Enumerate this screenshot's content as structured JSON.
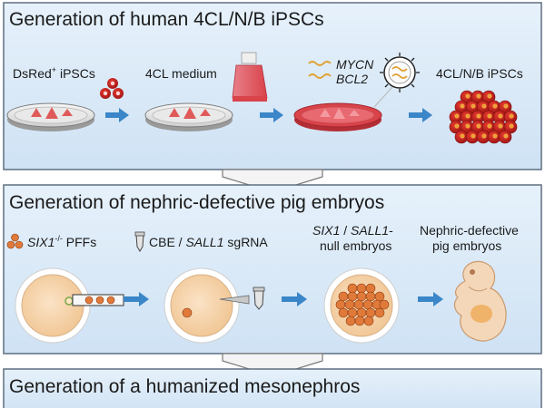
{
  "panel1": {
    "title": "Generation of human 4CL/N/B iPSCs",
    "step1": {
      "label_main": "DsRed",
      "label_sup": "+",
      "label_rest": " iPSCs"
    },
    "step2": {
      "label": "4CL medium"
    },
    "step3": {
      "gene1": "MYCN",
      "gene2": "BCL2"
    },
    "step4": {
      "label": "4CL/N/B iPSCs"
    }
  },
  "panel2": {
    "title": "Generation of nephric-defective pig embryos",
    "step1": {
      "gene": "SIX1",
      "sup": "-/-",
      "rest": " PFFs"
    },
    "step2": {
      "prefix": "CBE / ",
      "gene": "SALL1",
      "rest": " sgRNA"
    },
    "step3": {
      "gene1": "SIX1",
      "sep": " / ",
      "gene2": "SALL1",
      "dash": "-",
      "line2": "null embryos"
    },
    "step4": {
      "line1": "Nephric-defective",
      "line2": "pig embryos"
    }
  },
  "panel3": {
    "title": "Generation of a humanized mesonephros"
  },
  "colors": {
    "panel_fill": "#dbeaf8",
    "panel_stroke": "#5f6f80",
    "arrow_blue": "#3a86c8",
    "dish_red": "#d9434a",
    "cell_red": "#c41f1f",
    "cell_orange": "#f0a13a"
  }
}
